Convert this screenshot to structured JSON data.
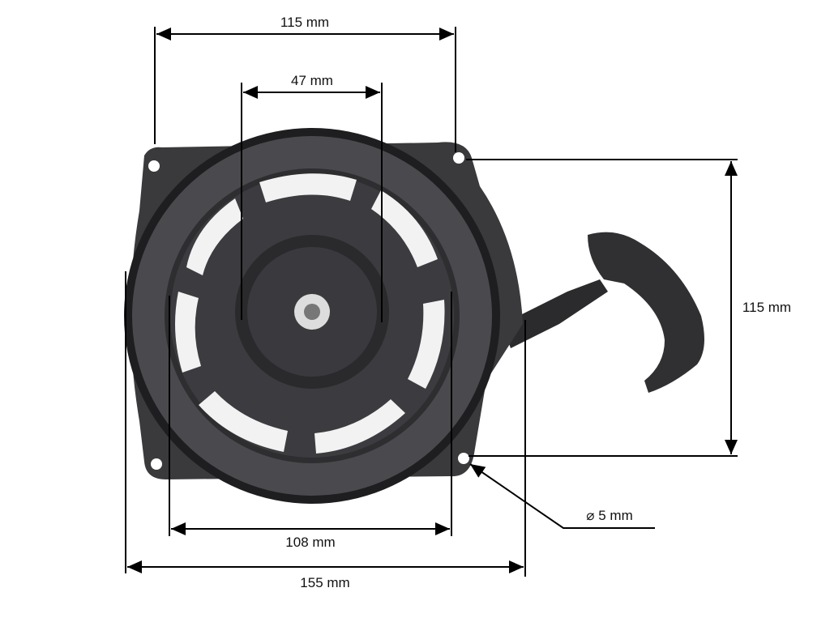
{
  "dimensions": {
    "top_width": "115 mm",
    "inner_width": "47 mm",
    "height": "115 mm",
    "hole_spacing_bottom": "108 mm",
    "overall_width": "155 mm",
    "hole_diameter": "⌀ 5 mm"
  },
  "colors": {
    "part": "#2a2a2c",
    "line": "#000000"
  }
}
